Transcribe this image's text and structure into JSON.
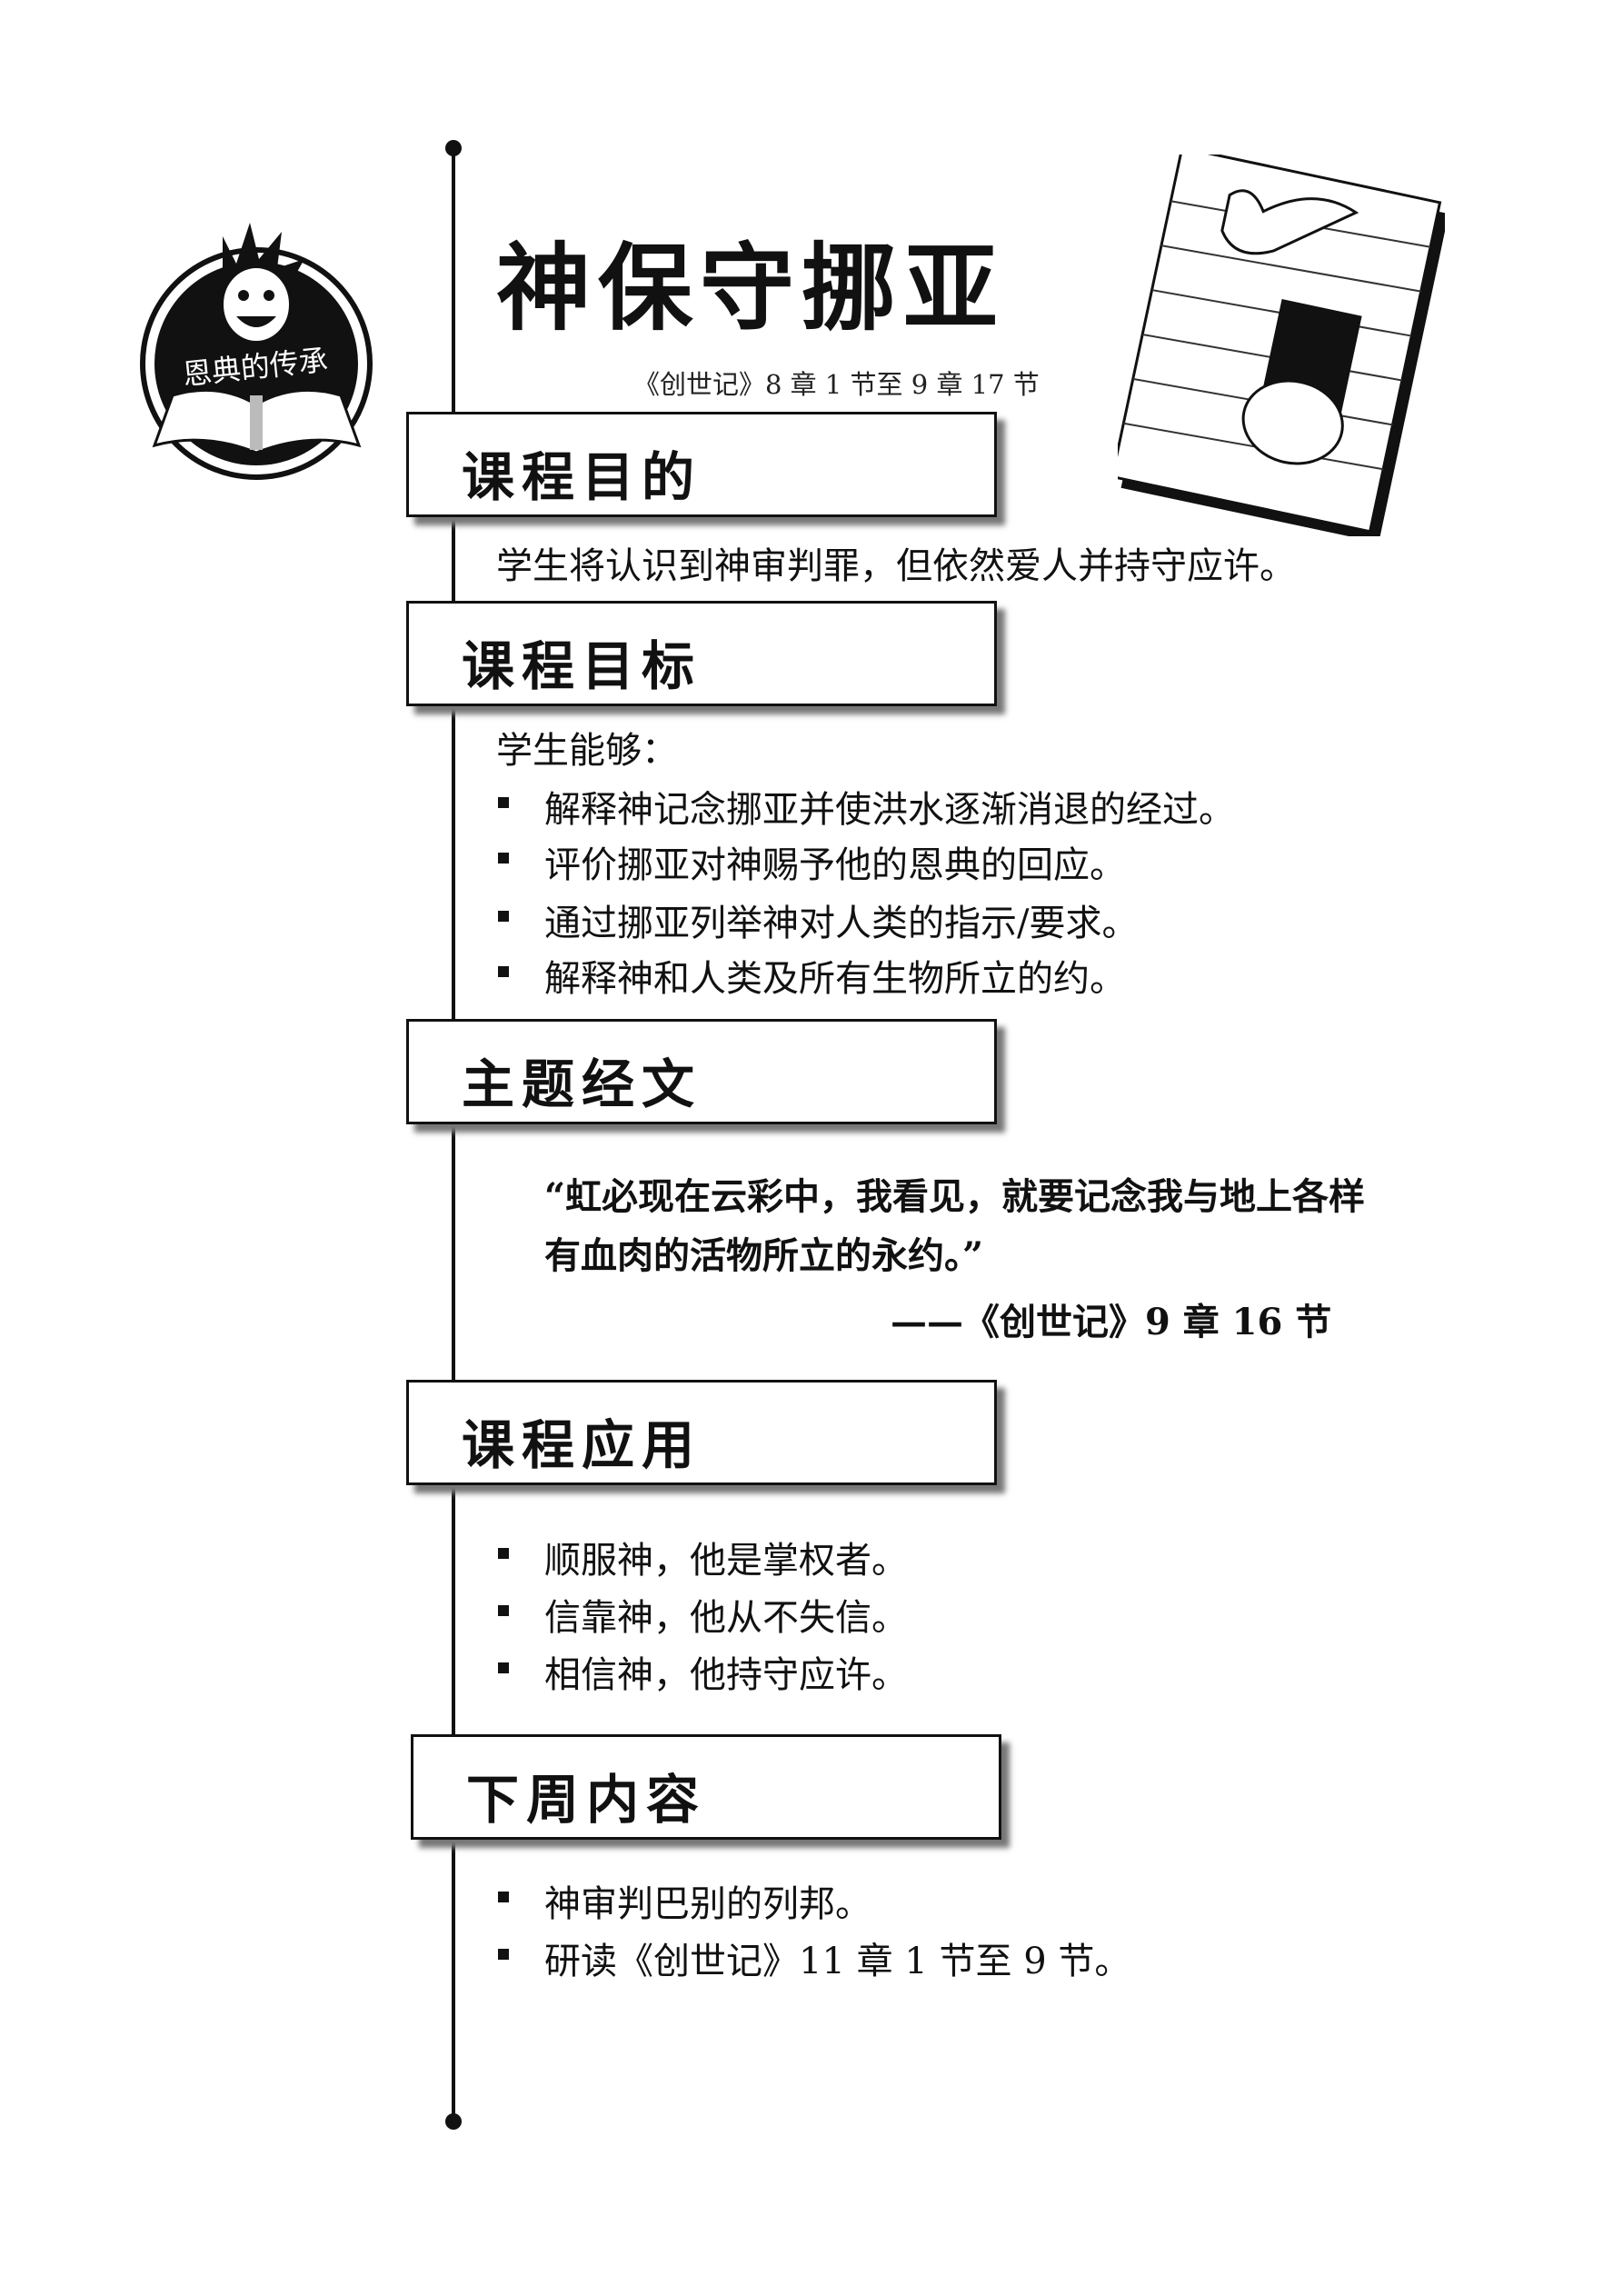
{
  "logo_text": "恩典的传承",
  "title": "神保守挪亚",
  "scripture_ref": "《创世记》8 章 1 节至 9 章 17 节",
  "sections": {
    "purpose": {
      "heading": "课程目的",
      "text": "学生将认识到神审判罪，但依然爱人并持守应许。"
    },
    "objectives": {
      "heading": "课程目标",
      "intro": "学生能够：",
      "items": [
        "解释神记念挪亚并使洪水逐渐消退的经过。",
        "评价挪亚对神赐予他的恩典的回应。",
        "通过挪亚列举神对人类的指示/要求。",
        "解释神和人类及所有生物所立的约。"
      ]
    },
    "key_verse": {
      "heading": "主题经文",
      "line1": "“虹必现在云彩中，我看见，就要记念我与地上各样",
      "line2": "有血肉的活物所立的永约。”",
      "citation": "——《创世记》9 章 16 节"
    },
    "application": {
      "heading": "课程应用",
      "items": [
        "顺服神，他是掌权者。",
        "信靠神，他从不失信。",
        "相信神，他持守应许。"
      ]
    },
    "next_week": {
      "heading": "下周内容",
      "items": [
        "神审判巴别的列邦。",
        "研读《创世记》11 章 1 节至 9 节。"
      ]
    }
  }
}
